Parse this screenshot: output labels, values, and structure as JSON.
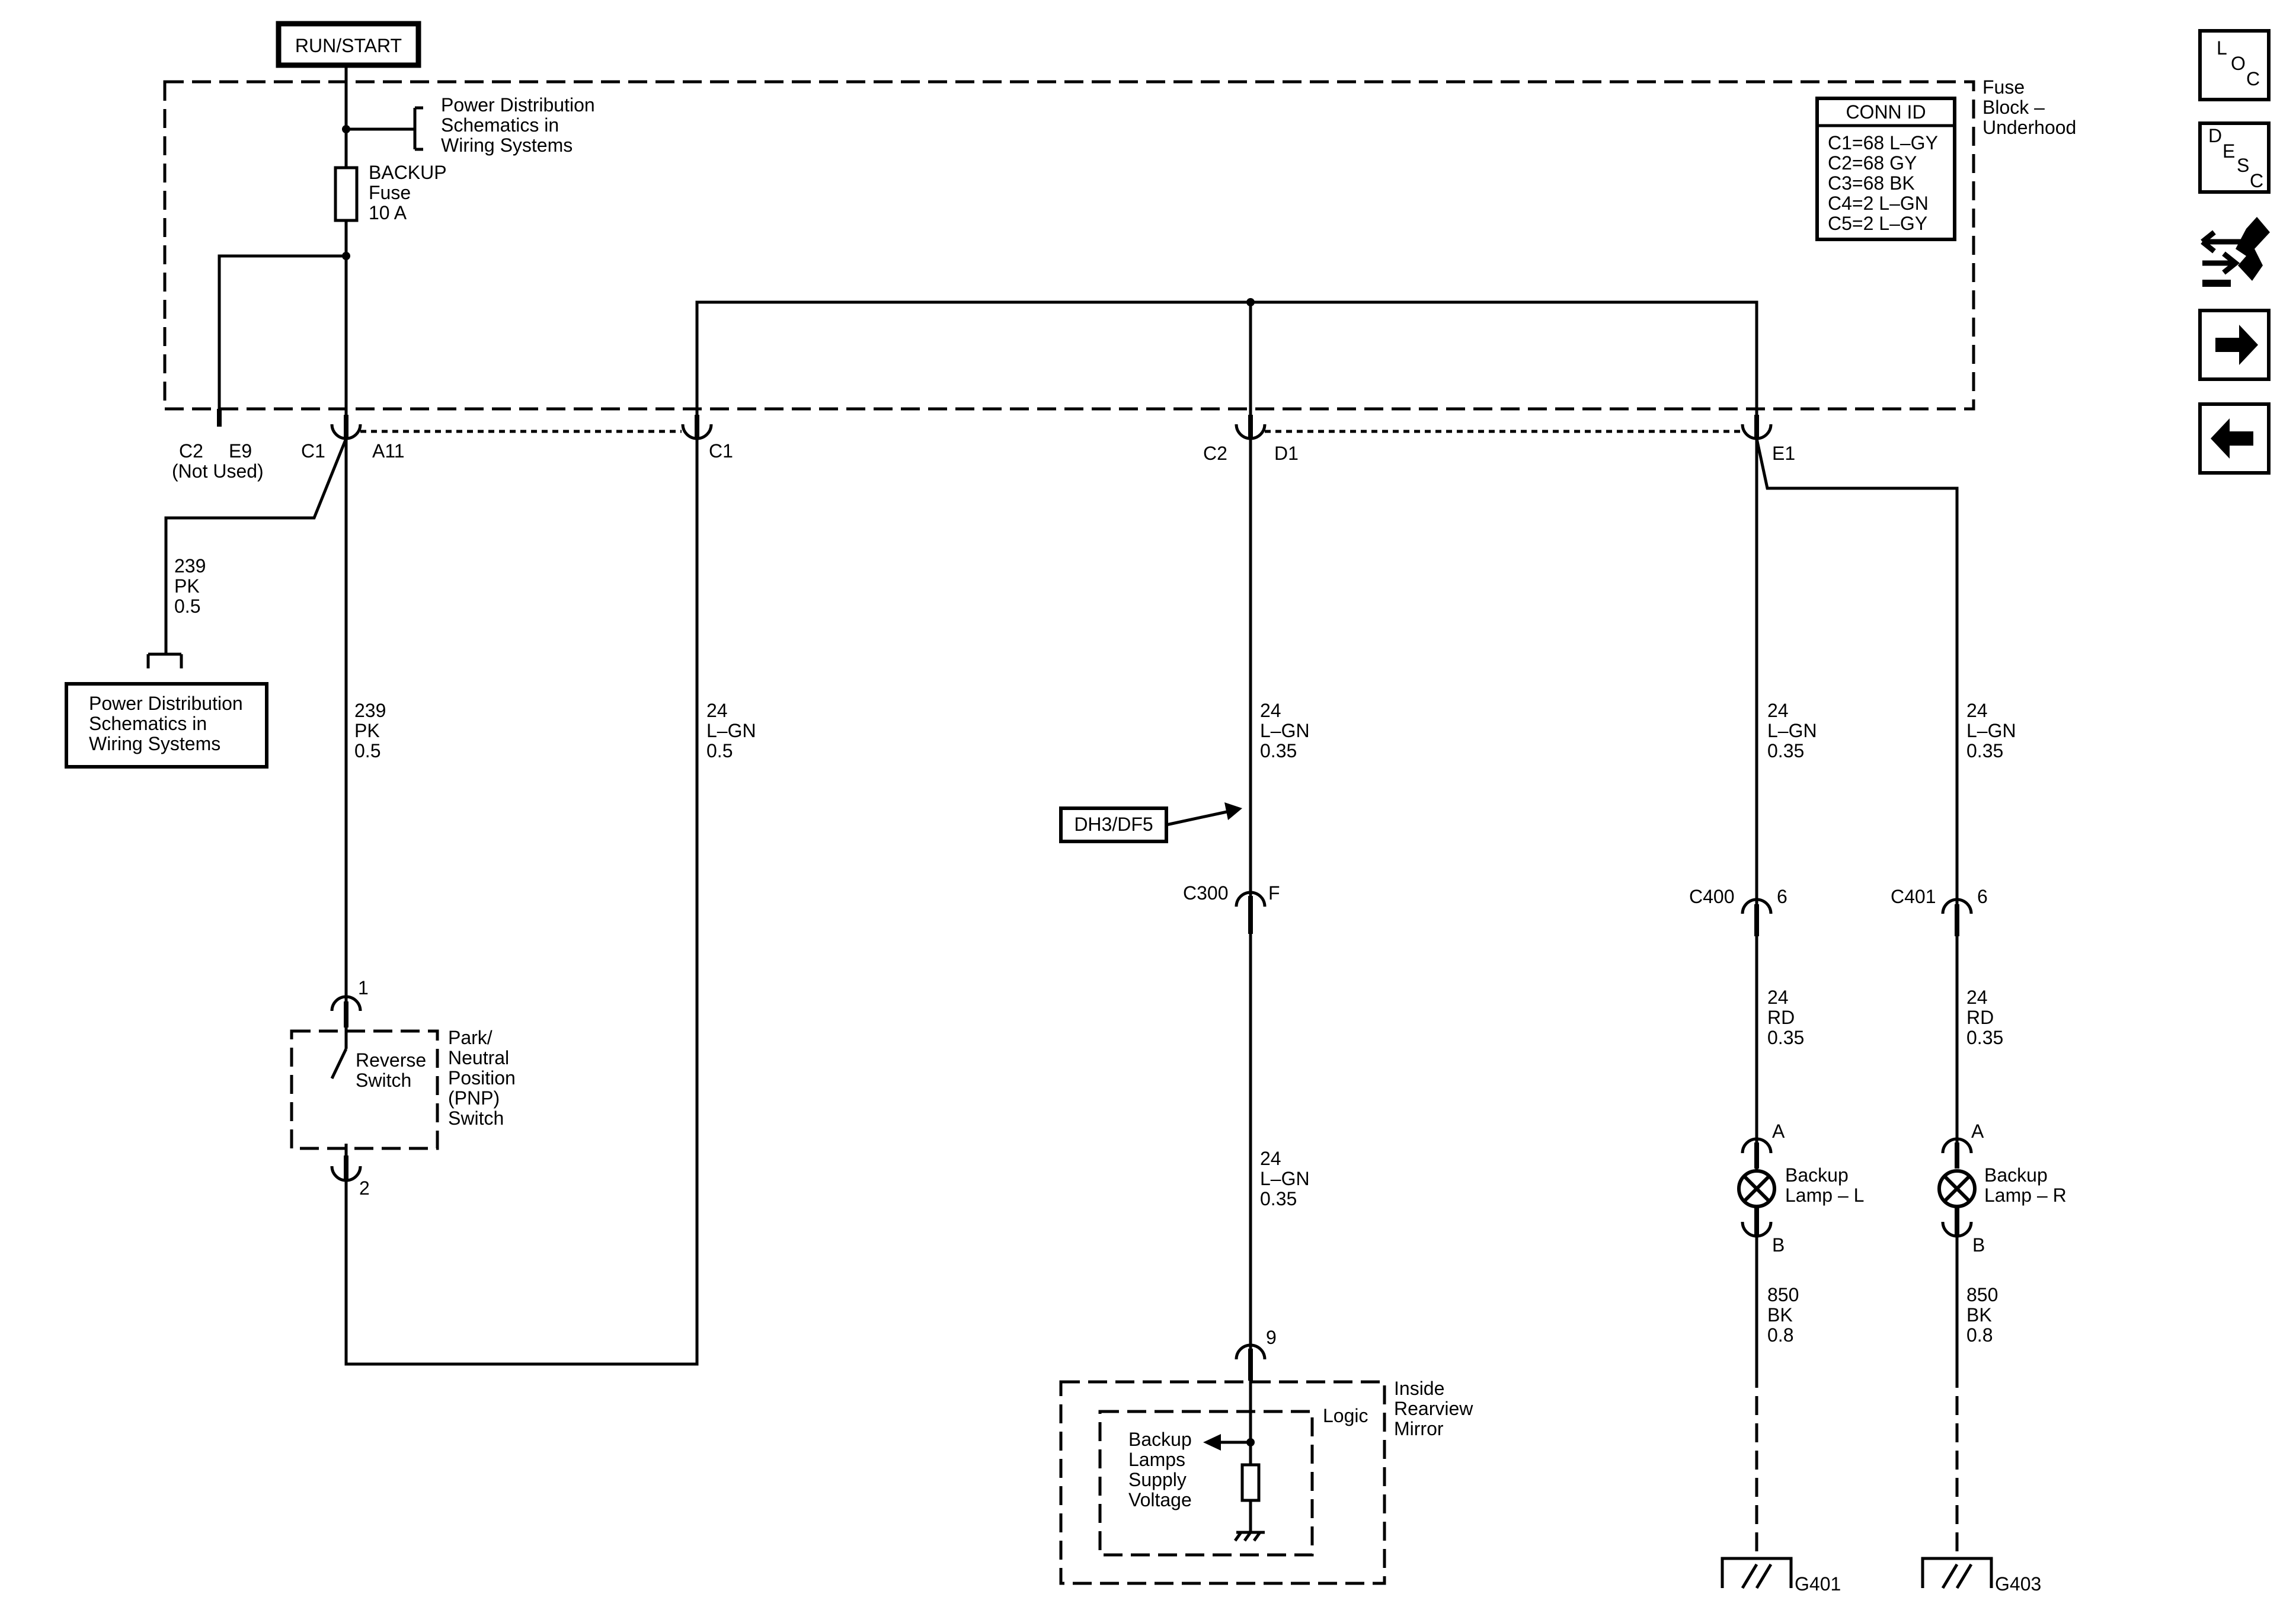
{
  "power": {
    "run_start": "RUN/START"
  },
  "fuse_block": {
    "title_lines": [
      "Fuse",
      "Block –",
      "Underhood"
    ],
    "power_ref_lines": [
      "Power Distribution",
      "Schematics in",
      "Wiring Systems"
    ],
    "fuse_lines": [
      "BACKUP",
      "Fuse",
      "10 A"
    ],
    "conn_id_title": "CONN ID",
    "conn_ids": [
      "C1=68 L–GY",
      "C2=68 GY",
      "C3=68 BK",
      "C4=2 L–GN",
      "C5=2 L–GY"
    ]
  },
  "connectors": {
    "c2": "C2",
    "e9": "E9",
    "not_used": "(Not Used)",
    "c1_left": "C1",
    "a11": "A11",
    "c1_mid": "C1",
    "c2_mid": "C2",
    "d1": "D1",
    "e1": "E1",
    "c300": "C300",
    "f": "F",
    "c400": "C400",
    "c400_pin": "6",
    "c401": "C401",
    "c401_pin": "6",
    "pnp_pin1": "1",
    "pnp_pin2": "2",
    "mirror_pin": "9",
    "lamp_l_a": "A",
    "lamp_l_b": "B",
    "lamp_r_a": "A",
    "lamp_r_b": "B"
  },
  "wires": {
    "w_239_top": [
      "239",
      "PK",
      "0.5"
    ],
    "w_239_main": [
      "239",
      "PK",
      "0.5"
    ],
    "w_24_c1": [
      "24",
      "L–GN",
      "0.5"
    ],
    "w_24_d1": [
      "24",
      "L–GN",
      "0.35"
    ],
    "w_24_c300": [
      "24",
      "L–GN",
      "0.35"
    ],
    "w_24_e1_l": [
      "24",
      "L–GN",
      "0.35"
    ],
    "w_24_e1_r": [
      "24",
      "L–GN",
      "0.35"
    ],
    "w_rd_l": [
      "24",
      "RD",
      "0.35"
    ],
    "w_rd_r": [
      "24",
      "RD",
      "0.35"
    ],
    "w_bk_l": [
      "850",
      "BK",
      "0.8"
    ],
    "w_bk_r": [
      "850",
      "BK",
      "0.8"
    ]
  },
  "left_ref": {
    "lines": [
      "Power Distribution",
      "Schematics in",
      "Wiring Systems"
    ]
  },
  "pnp": {
    "switch_lines": [
      "Reverse",
      "Switch"
    ],
    "title_lines": [
      "Park/",
      "Neutral",
      "Position",
      "(PNP)",
      "Switch"
    ]
  },
  "dh3": {
    "label": "DH3/DF5"
  },
  "mirror": {
    "title_lines": [
      "Inside",
      "Rearview",
      "Mirror"
    ],
    "logic": "Logic",
    "supply_lines": [
      "Backup",
      "Lamps",
      "Supply",
      "Voltage"
    ]
  },
  "lamps": {
    "left_lines": [
      "Backup",
      "Lamp – L"
    ],
    "right_lines": [
      "Backup",
      "Lamp – R"
    ]
  },
  "grounds": {
    "g401": "G401",
    "g403": "G403"
  },
  "side_buttons": {
    "loc_letters": [
      "L",
      "O",
      "C"
    ],
    "desc_letters": [
      "D",
      "E",
      "S",
      "C"
    ],
    "icons": [
      "loc-icon",
      "desc-icon",
      "connector-icon",
      "forward-arrow-icon",
      "back-arrow-icon"
    ]
  }
}
